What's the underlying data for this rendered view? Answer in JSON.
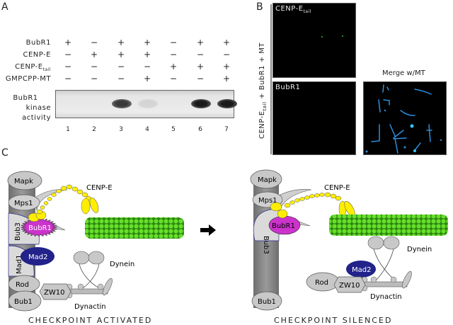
{
  "panelA": {
    "label": "A",
    "rows": [
      {
        "name": "BubR1",
        "values": [
          "+",
          "−",
          "+",
          "+",
          "−",
          "+",
          "+"
        ]
      },
      {
        "name": "CENP-E",
        "values": [
          "−",
          "+",
          "+",
          "+",
          "−",
          "−",
          "−"
        ]
      },
      {
        "name": "CENP-E",
        "sub": "tail",
        "values": [
          "−",
          "−",
          "−",
          "−",
          "+",
          "+",
          "+"
        ]
      },
      {
        "name": "GMPCPP-MT",
        "values": [
          "−",
          "−",
          "−",
          "+",
          "−",
          "−",
          "+"
        ]
      }
    ],
    "blot_label_line1": "BubR1",
    "blot_label_line2": "kinase activity",
    "lanes": [
      "1",
      "2",
      "3",
      "4",
      "5",
      "6",
      "7"
    ],
    "band_intensity": [
      0,
      0,
      0.85,
      0.1,
      0,
      1.0,
      1.0
    ]
  },
  "panelB": {
    "label": "B",
    "side_label_main": "CENP-E",
    "side_label_sub": "tail",
    "side_label_rest": "+ BubR1 + MT",
    "img1_label": "CENP-E",
    "img1_sub": "tail",
    "img2_label": "BubR1",
    "merge_title": "Merge w/MT"
  },
  "panelC": {
    "label": "C",
    "left": {
      "caption": "CHECKPOINT ACTIVATED",
      "proteins": {
        "mapk": "Mapk",
        "mps1": "Mps1",
        "bub3": "Bub3",
        "bubr1": "BubR1",
        "mad1": "Mad1",
        "mad2": "Mad2",
        "rod": "Rod",
        "bub1": "Bub1",
        "zw10": "ZW10",
        "cenpe": "CENP-E",
        "dynein": "Dynein",
        "dynactin": "Dynactin"
      }
    },
    "right": {
      "caption": "CHECKPOINT SILENCED",
      "proteins": {
        "mapk": "Mapk",
        "mps1": "Mps1",
        "bub3": "Bub3",
        "bubr1": "BubR1",
        "mad2": "Mad2",
        "rod": "Rod",
        "bub1": "Bub1",
        "zw10": "ZW10",
        "cenpe": "CENP-E",
        "dynein": "Dynein",
        "dynactin": "Dynactin"
      }
    },
    "colors": {
      "cenpe": "#ffee00",
      "microtubule": "#66e02a",
      "bubr1": "#cc33cc",
      "mad2": "#22228a",
      "gray": "#c8c8c8",
      "kinetochore": "#8a8a8a"
    }
  }
}
